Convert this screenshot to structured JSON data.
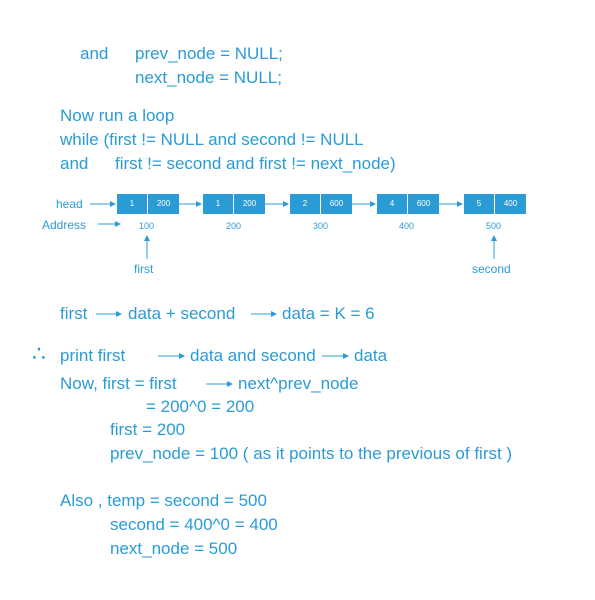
{
  "lines": {
    "l1a": "and",
    "l1b": "prev_node = NULL;",
    "l2": "next_node = NULL;",
    "l3": "Now run a loop",
    "l4": "while  (first != NULL and second != NULL",
    "l5a": "and",
    "l5b": "first != second and first != next_node)",
    "eq1a": "first",
    "eq1b": "data + second",
    "eq1c": "data = K = 6",
    "therefore": "∴",
    "print_a": "print   first",
    "print_b": "data and second",
    "print_c": "data",
    "now_a": "Now,  first  =  first",
    "now_b": "next^prev_node",
    "eq2": "=  200^0  =  200",
    "first200": "first =  200",
    "prev100": "prev_node  =  100  (  as it points to the previous of first )",
    "also": "Also ,  temp  =  second  =  500",
    "second400": "second =  400^0  =  400",
    "next500": "next_node  =  500"
  },
  "diagram": {
    "head_label": "head",
    "address_label": "Address",
    "first_label": "first",
    "second_label": "second",
    "nodes": [
      {
        "data": "1",
        "npx": "200",
        "address": "100"
      },
      {
        "data": "1",
        "npx": "200",
        "address": "200"
      },
      {
        "data": "2",
        "npx": "600",
        "address": "300"
      },
      {
        "data": "4",
        "npx": "600",
        "address": "400"
      },
      {
        "data": "5",
        "npx": "400",
        "address": "500"
      }
    ]
  }
}
